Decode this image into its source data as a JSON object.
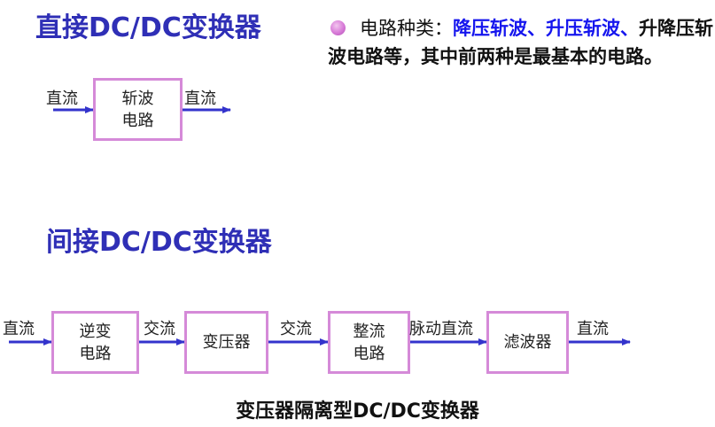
{
  "direct": {
    "title": "直接DC/DC变换器",
    "input_label": "直流",
    "box_line1": "斩波",
    "box_line2": "电路",
    "output_label": "直流"
  },
  "bullet": {
    "prefix": "电路种类：",
    "types": "降压斩波、升压斩波、",
    "rest": "升降压斩波电路等，其中前两种是最基本的电路。"
  },
  "indirect": {
    "title": "间接DC/DC变换器",
    "input_label": "直流",
    "box1_line1": "逆变",
    "box1_line2": "电路",
    "label_ac1": "交流",
    "box2": "变压器",
    "label_ac2": "交流",
    "box3_line1": "整流",
    "box3_line2": "电路",
    "label_pulse": "脉动直流",
    "box4": "滤波器",
    "output_label": "直流",
    "caption": "变压器隔离型DC/DC变换器"
  },
  "colors": {
    "title": "#2f2fb6",
    "arrow": "#3333cc",
    "box_border": "#d58ad8",
    "highlight": "#1515ee"
  }
}
